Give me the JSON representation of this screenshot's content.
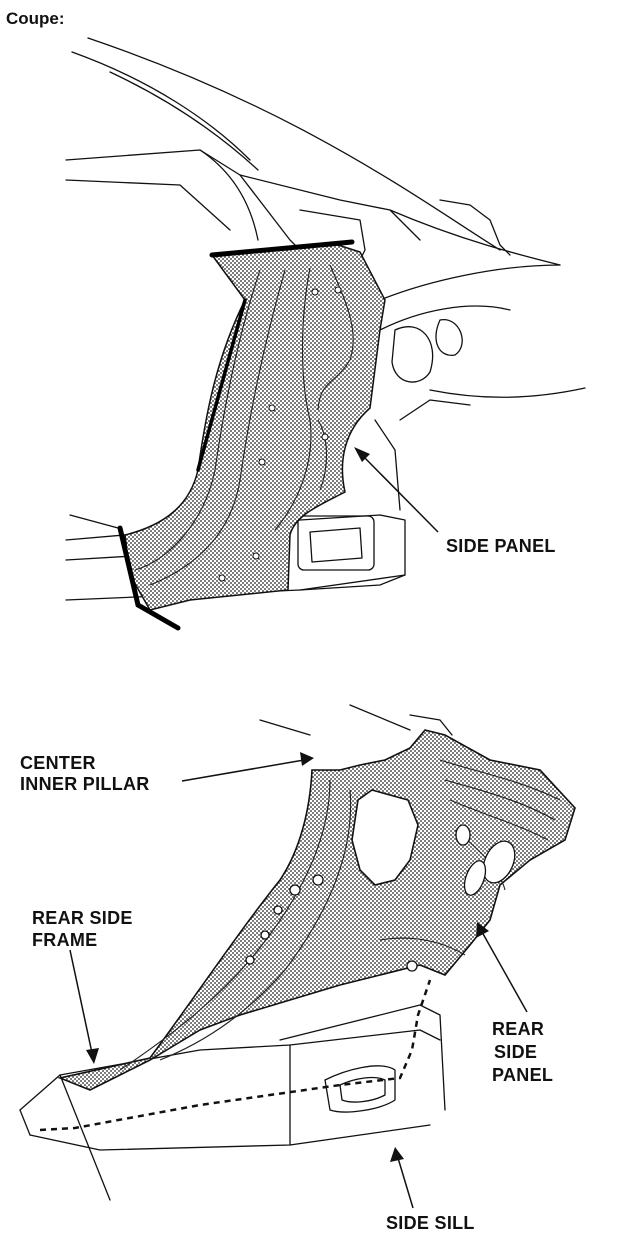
{
  "heading": "Coupe:",
  "labels": {
    "side_panel": "SIDE PANEL",
    "center_inner_pillar": [
      "CENTER",
      "INNER PILLAR"
    ],
    "rear_side_frame": [
      "REAR SIDE",
      "FRAME"
    ],
    "rear_side_panel": [
      "REAR",
      "SIDE",
      "PANEL"
    ],
    "side_sill": "SIDE SILL"
  },
  "colors": {
    "ink": "#111111",
    "shade": "#9a9a9a",
    "paper": "#ffffff"
  }
}
